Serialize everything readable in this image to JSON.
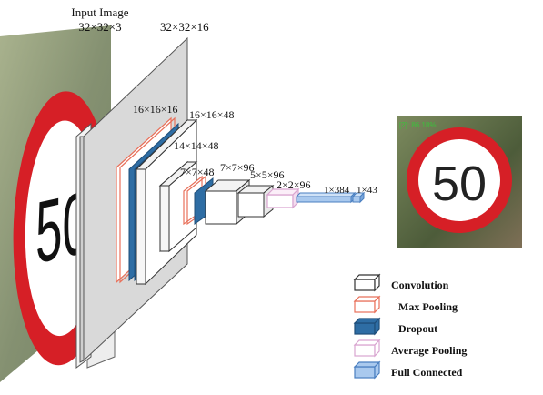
{
  "input_label": {
    "title": "Input Image",
    "dims": "32×32×3"
  },
  "layer_labels": [
    "32×32×16",
    "16×16×16",
    "16×16×48",
    "14×14×48",
    "7×7×48",
    "7×7×96",
    "5×5×96",
    "2×2×96",
    "1×384",
    "1×43"
  ],
  "prediction": {
    "text": "[2]: 86.18%",
    "color": "#3cc03c",
    "sign_number": "50"
  },
  "input_sign_number": "50",
  "legend": [
    {
      "label": "Convolution",
      "kind": "convolution",
      "edge": "#333333",
      "fill": "#ffffff"
    },
    {
      "label": "Max Pooling",
      "kind": "max-pooling",
      "edge": "#e8705a",
      "fill": "#ffffff"
    },
    {
      "label": "Dropout",
      "kind": "dropout",
      "edge": "#1f4e79",
      "fill": "#2e6da4"
    },
    {
      "label": "Average Pooling",
      "kind": "average-pooling",
      "edge": "#d9a5d0",
      "fill": "#ffffff"
    },
    {
      "label": "Full Connected",
      "kind": "full-connected",
      "edge": "#4a7fc0",
      "fill": "#a9c9ee"
    }
  ],
  "colors": {
    "sign_ring": "#d61f26",
    "panel_gray": "#d9d9d9",
    "panel_edge": "#555555"
  }
}
